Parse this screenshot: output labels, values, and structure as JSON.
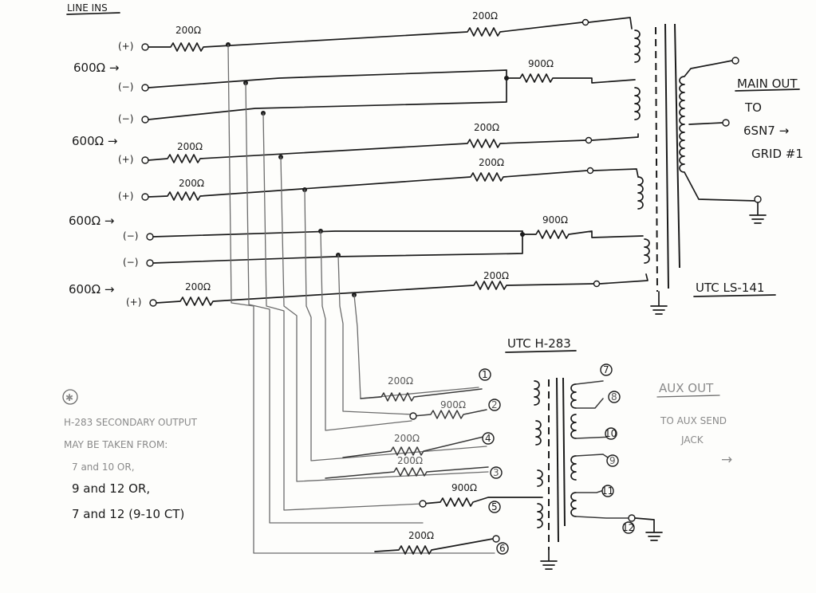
{
  "header_fragment": "LINE INS",
  "input_labels": {
    "imp_1": "600Ω →",
    "imp_2": "600Ω →",
    "imp_3": "600Ω →",
    "imp_4": "600Ω →"
  },
  "pin_labels": [
    "(+)",
    "(−)",
    "(−)",
    "(+)",
    "(+)",
    "(−)",
    "(−)",
    "(+)"
  ],
  "resistors": {
    "r200": "200Ω",
    "r900": "900Ω"
  },
  "main_transformer": {
    "name": "UTC LS-141",
    "out_title": "MAIN OUT",
    "out_line1": "TO",
    "out_line2": "6SN7 →",
    "out_line3": "GRID #1"
  },
  "aux_transformer": {
    "name": "UTC H-283",
    "out_title": "AUX OUT",
    "out_line1": "TO AUX SEND",
    "out_line2": "JACK",
    "out_arrow": "→"
  },
  "primary_pins": [
    "1",
    "2",
    "4",
    "3",
    "5",
    "6"
  ],
  "secondary_pins": [
    "7",
    "8",
    "10",
    "9",
    "11",
    "12"
  ],
  "note": {
    "marker": "✱",
    "line1": "H-283 SECONDARY OUTPUT",
    "line2": "MAY BE TAKEN FROM:",
    "line3": "7 and 10  OR,",
    "line4": "9 and 12  OR,",
    "line5": "7 and 12 (9-10 CT)"
  }
}
